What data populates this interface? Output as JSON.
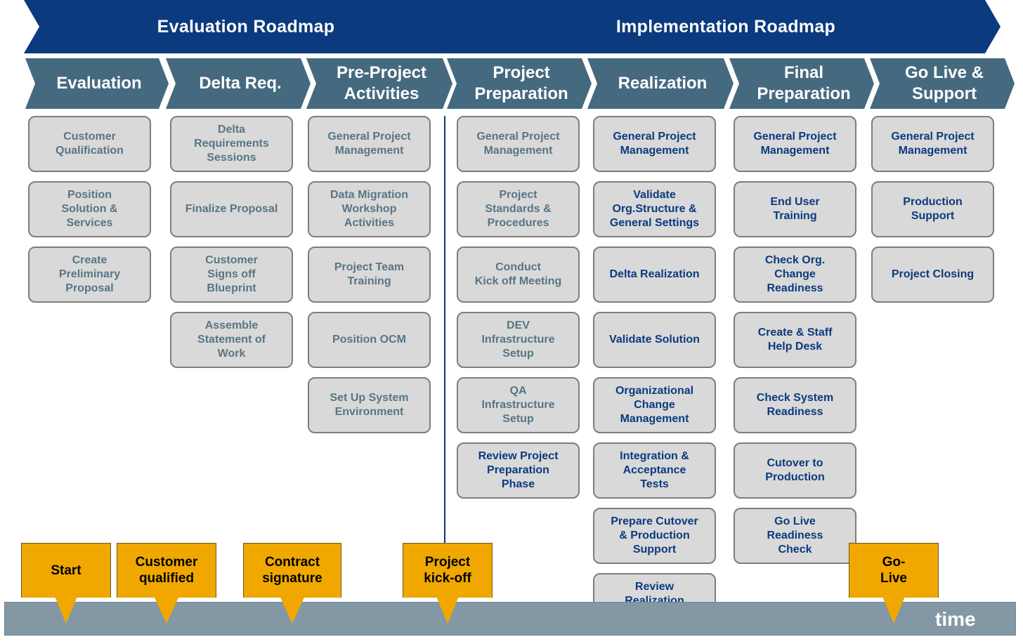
{
  "roadmaps": [
    {
      "label": "Evaluation Roadmap"
    },
    {
      "label": "Implementation  Roadmap"
    }
  ],
  "phases": [
    {
      "label": "Evaluation"
    },
    {
      "label": "Delta Req."
    },
    {
      "label": "Pre-Project\nActivities"
    },
    {
      "label": "Project\nPreparation"
    },
    {
      "label": "Realization"
    },
    {
      "label": "Final\nPreparation"
    },
    {
      "label": "Go Live &\nSupport"
    }
  ],
  "columns": [
    {
      "tone": "grey",
      "items": [
        "Customer\nQualification",
        "Position\nSolution &\nServices",
        "Create\nPreliminary\nProposal"
      ]
    },
    {
      "tone": "grey",
      "items": [
        "Delta\nRequirements\nSessions",
        "Finalize  Proposal",
        "Customer\nSigns off\nBlueprint",
        "Assemble\nStatement of\nWork"
      ]
    },
    {
      "tone": "grey",
      "items": [
        "General Project\nManagement",
        "Data Migration\nWorkshop\nActivities",
        "Project Team\nTraining",
        "Position  OCM",
        "Set Up System\nEnvironment"
      ]
    },
    {
      "tone": "grey",
      "items": [
        "General Project\nManagement",
        "Project\nStandards &\nProcedures",
        "Conduct\nKick off Meeting",
        "DEV\nInfrastructure\nSetup",
        "QA\nInfrastructure\nSetup",
        "Review Project\nPreparation\nPhase"
      ],
      "blue_from": 5
    },
    {
      "tone": "blue",
      "items": [
        "General Project\nManagement",
        "Validate\nOrg.Structure &\nGeneral Settings",
        "Delta Realization",
        "Validate  Solution",
        "Organizational\nChange\nManagement",
        "Integration &\nAcceptance\nTests",
        "Prepare Cutover\n& Production\nSupport",
        "Review\nRealization\nPhase"
      ]
    },
    {
      "tone": "blue",
      "items": [
        "General Project\nManagement",
        "End User\nTraining",
        "Check Org.\nChange\nReadiness",
        "Create & Staff\nHelp Desk",
        "Check System\nReadiness",
        "Cutover to\nProduction",
        "Go Live\nReadiness\nCheck"
      ]
    },
    {
      "tone": "blue",
      "items": [
        "General Project\nManagement",
        "Production\nSupport",
        "Project Closing"
      ]
    }
  ],
  "milestones": [
    {
      "label": "Start"
    },
    {
      "label": "Customer\nqualified"
    },
    {
      "label": "Contract\nsignature"
    },
    {
      "label": "Project\nkick-off"
    },
    {
      "label": "Go-\nLive"
    }
  ],
  "timeline": {
    "label": "time"
  },
  "colors": {
    "roadmap_banner": "#0b3a7e",
    "phase_chevron": "#456a80",
    "box_fill": "#d9d9d9",
    "box_text_grey": "#587585",
    "box_text_blue": "#0b3a7e",
    "milestone": "#f0a800",
    "timeline": "#8398a4"
  }
}
